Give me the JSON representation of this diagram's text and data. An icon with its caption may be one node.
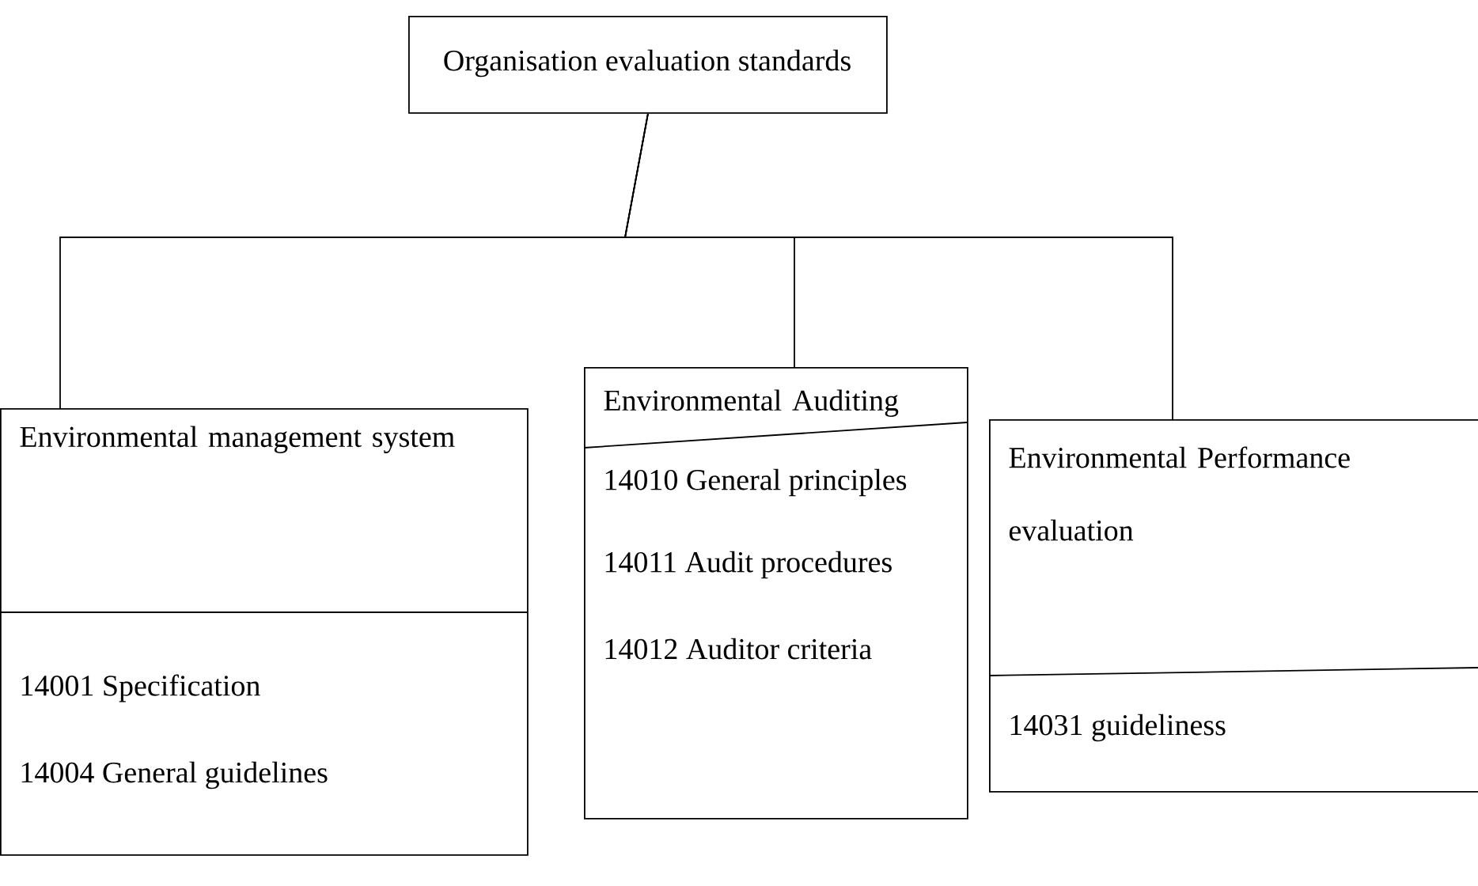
{
  "diagram": {
    "nodes": [
      {
        "text": [
          "Organisation evaluation standards"
        ]
      },
      {
        "text": [
          "Environmental management system",
          "14001 Specification",
          "14004 General guidelines"
        ]
      },
      {
        "text": [
          "Environmental Auditing",
          "14010 General principles",
          "14011 Audit procedures",
          "14012 Auditor criteria"
        ]
      },
      {
        "text": [
          "Environmental Performance evaluation",
          "14031 guideliness"
        ]
      }
    ],
    "edges": [
      {
        "from": 0,
        "to": 1,
        "arrow": "none"
      },
      {
        "from": 0,
        "to": 2,
        "arrow": "none"
      },
      {
        "from": 0,
        "to": 3,
        "arrow": "none"
      }
    ]
  }
}
